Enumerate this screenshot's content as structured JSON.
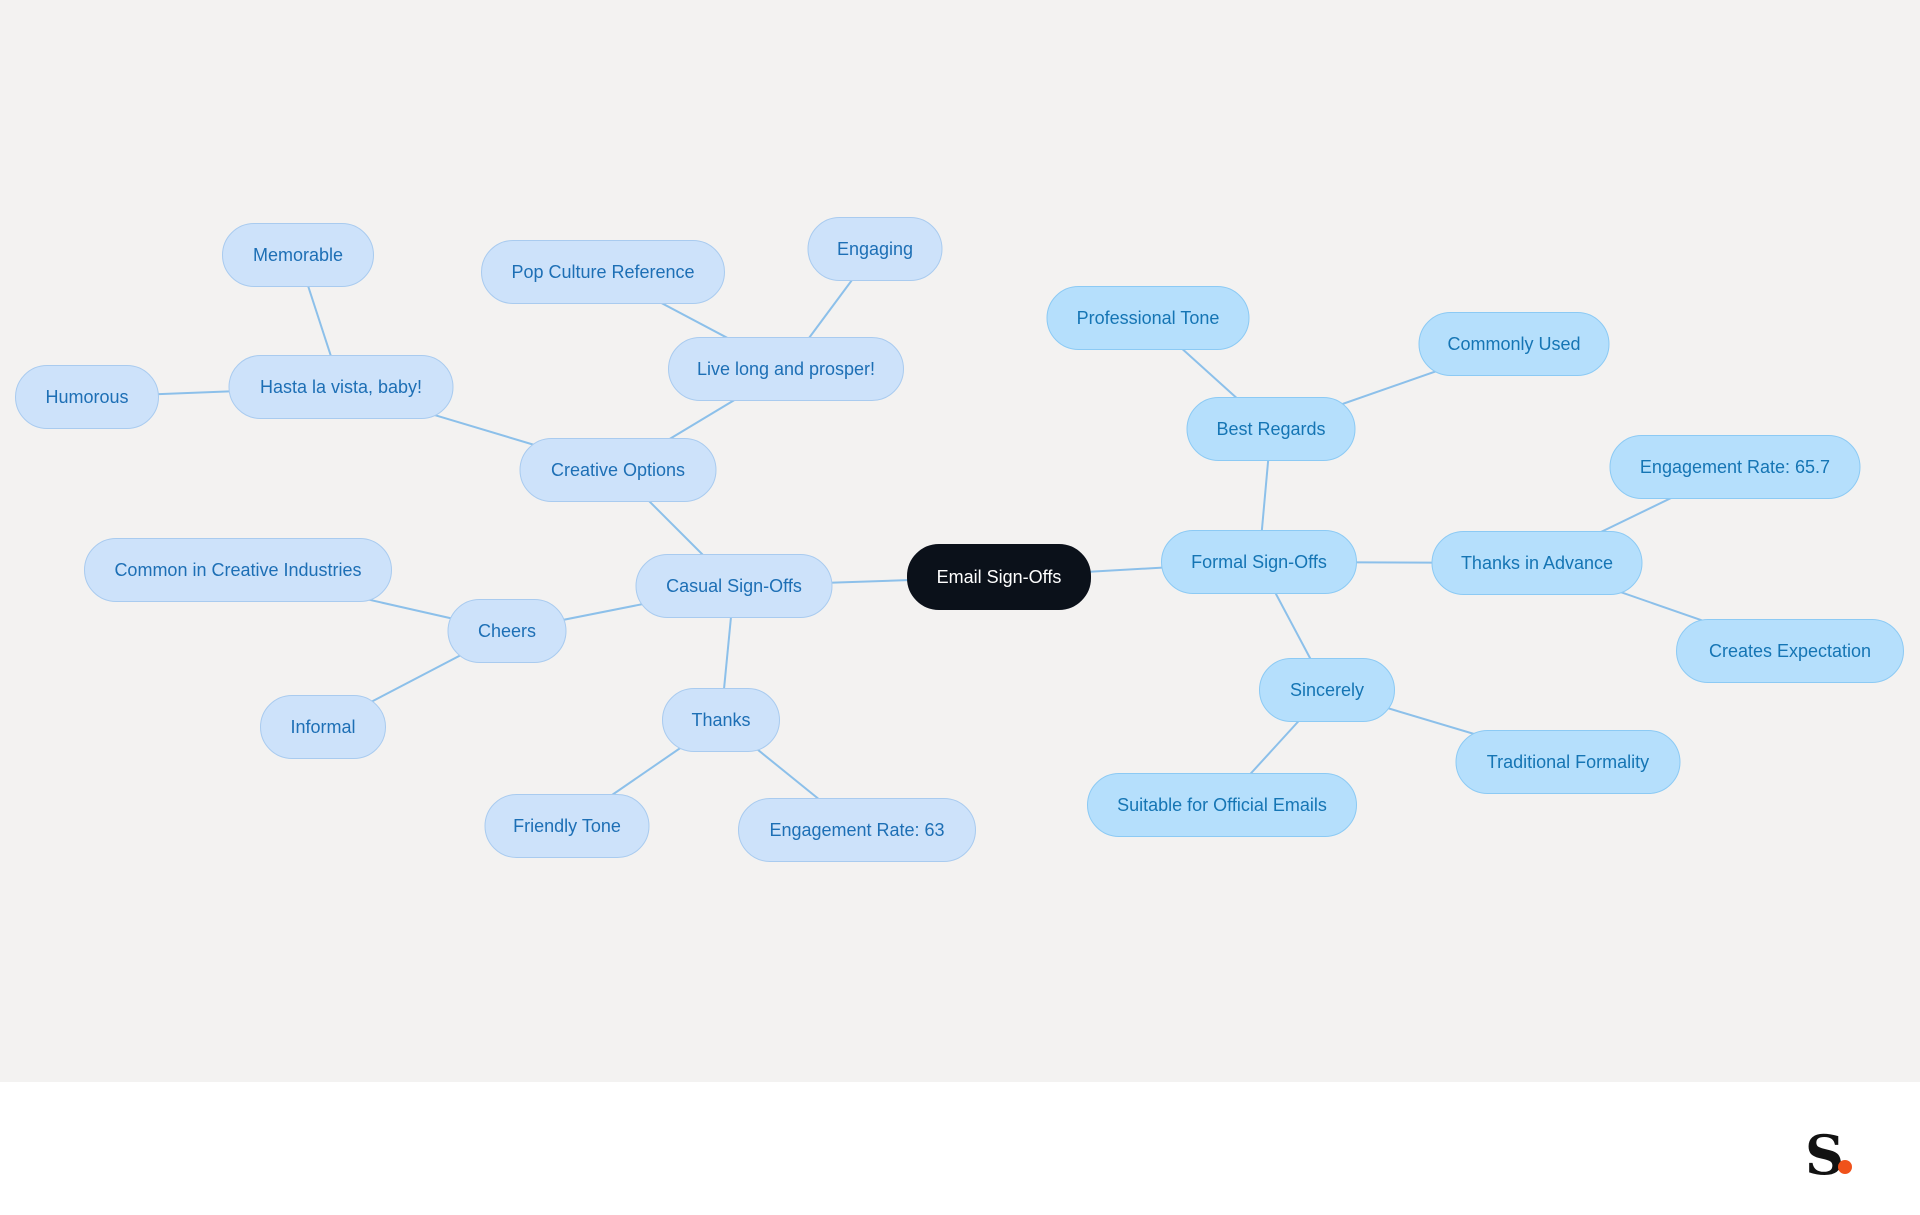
{
  "diagram": {
    "root": "Email Sign-Offs",
    "casual": {
      "label": "Casual Sign-Offs",
      "creative_options": {
        "label": "Creative Options",
        "hasta": {
          "label": "Hasta la vista, baby!",
          "memorable": "Memorable",
          "humorous": "Humorous"
        },
        "live_long": {
          "label": "Live long and prosper!",
          "pop_culture": "Pop Culture Reference",
          "engaging": "Engaging"
        }
      },
      "cheers": {
        "label": "Cheers",
        "creative_industries": "Common in Creative Industries",
        "informal": "Informal"
      },
      "thanks": {
        "label": "Thanks",
        "friendly": "Friendly Tone",
        "engagement": "Engagement Rate: 63"
      }
    },
    "formal": {
      "label": "Formal Sign-Offs",
      "best_regards": {
        "label": "Best Regards",
        "professional": "Professional Tone",
        "common": "Commonly Used"
      },
      "thanks_advance": {
        "label": "Thanks in Advance",
        "engagement": "Engagement Rate: 65.7",
        "expectation": "Creates Expectation"
      },
      "sincerely": {
        "label": "Sincerely",
        "official": "Suitable for Official Emails",
        "traditional": "Traditional Formality"
      }
    }
  },
  "colors": {
    "root_fill": "#0b111a",
    "casual_fill": "#cde2fa",
    "formal_fill": "#b5dffc",
    "edge": "#8cc0ea",
    "logo_dot": "#f0521b"
  },
  "logo": {
    "letter": "S"
  }
}
